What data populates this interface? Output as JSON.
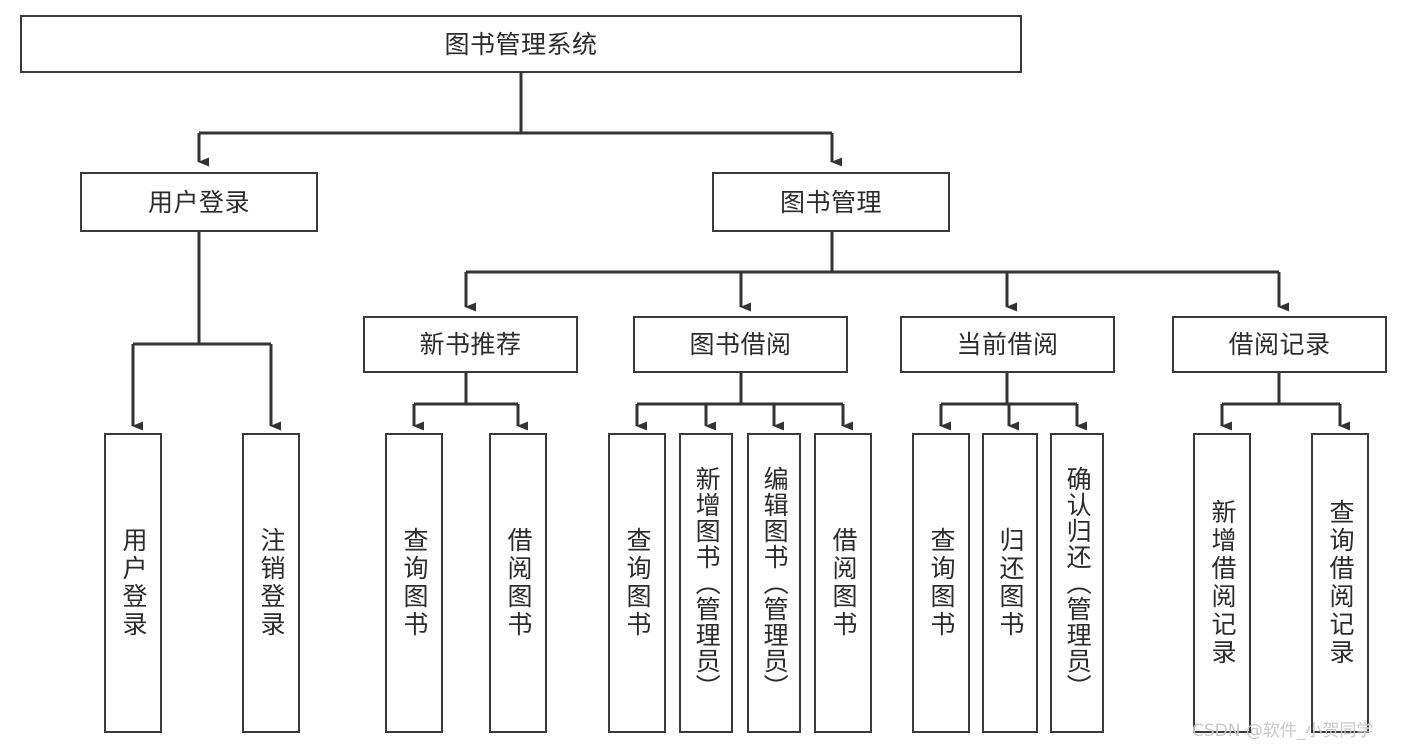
{
  "diagram": {
    "title": "图书管理系统",
    "type": "tree-hierarchy-chart",
    "watermark": "CSDN @软件_小贺同学",
    "colors": {
      "box_border": "#3a3a3a",
      "box_fill": "#ffffff",
      "edge": "#333333",
      "text": "#2b2b2b",
      "watermark": "#c9c9c9",
      "background": "#ffffff"
    },
    "nodes": {
      "root": {
        "label": "图书管理系统"
      },
      "level1": [
        {
          "label": "用户登录"
        },
        {
          "label": "图书管理"
        }
      ],
      "level2": [
        {
          "label": "新书推荐"
        },
        {
          "label": "图书借阅"
        },
        {
          "label": "当前借阅"
        },
        {
          "label": "借阅记录"
        }
      ],
      "leaves": {
        "user_login": [
          {
            "label": "用户登录"
          },
          {
            "label": "注销登录"
          }
        ],
        "new_book_recommend": [
          {
            "label": "查询图书"
          },
          {
            "label": "借阅图书"
          }
        ],
        "book_borrow": [
          {
            "label": "查询图书"
          },
          {
            "label": "新增图书（管理员）"
          },
          {
            "label": "编辑图书（管理员）"
          },
          {
            "label": "借阅图书"
          }
        ],
        "current_borrow": [
          {
            "label": "查询图书"
          },
          {
            "label": "归还图书"
          },
          {
            "label": "确认归还（管理员）"
          }
        ],
        "borrow_record": [
          {
            "label": "新增借阅记录"
          },
          {
            "label": "查询借阅记录"
          }
        ]
      }
    }
  }
}
